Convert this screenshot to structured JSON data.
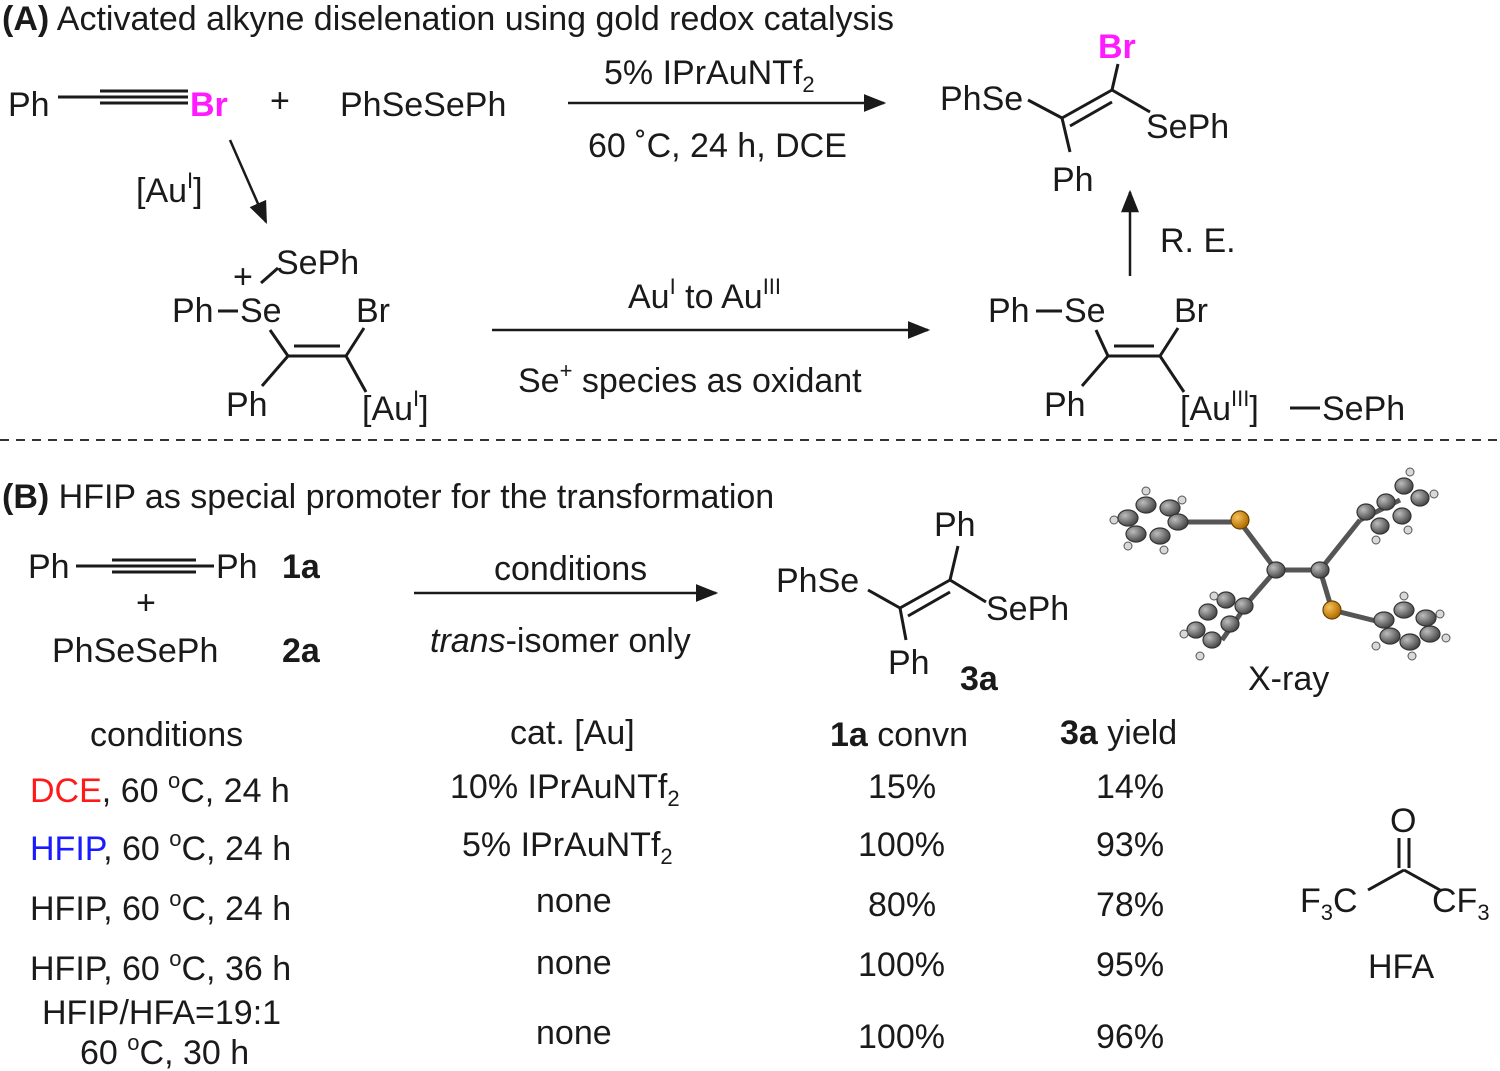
{
  "panelA": {
    "label": "(A)",
    "title": "Activated alkyne diselenation using gold redox catalysis",
    "reactant1_ph": "Ph",
    "reactant1_br": "Br",
    "plus": "+",
    "reactant2": "PhSeSePh",
    "catalyst_pre": "5% IPrAuNTf",
    "catalyst_sub": "2",
    "conditions": "60 ˚C, 24 h, DCE",
    "product_br": "Br",
    "product_phse": "PhSe",
    "product_seph": "SePh",
    "product_ph": "Ph",
    "au_step_pre": "[Au",
    "au_step_sup": "I",
    "au_step_post": "]",
    "int1_seph": "SePh",
    "int1_plus": "+",
    "int1_ph": "Ph",
    "int1_se": "Se",
    "int1_br": "Br",
    "int1_ph2": "Ph",
    "int1_au_pre": "[Au",
    "int1_au_sup": "I",
    "int1_au_post": "]",
    "ox_line1_a": "Au",
    "ox_line1_sup1": "I",
    "ox_line1_b": " to Au",
    "ox_line1_sup2": "III",
    "ox_line2_a": "Se",
    "ox_line2_sup": "+",
    "ox_line2_b": " species as oxidant",
    "int2_ph": "Ph",
    "int2_se": "Se",
    "int2_br": "Br",
    "int2_ph2": "Ph",
    "int2_au_pre": "[Au",
    "int2_au_sup": "III",
    "int2_au_post": "]",
    "int2_seph": "SePh",
    "re_label": "R. E."
  },
  "panelB": {
    "label": "(B)",
    "title": "HFIP as special promoter for the transformation",
    "sm1_ph_left": "Ph",
    "sm1_ph_right": "Ph",
    "sm1_id": "1a",
    "plus": "+",
    "sm2": "PhSeSePh",
    "sm2_id": "2a",
    "arrow_top": "conditions",
    "arrow_bottom_italic": "trans",
    "arrow_bottom_rest": "-isomer only",
    "prod_ph_top": "Ph",
    "prod_phse": "PhSe",
    "prod_seph": "SePh",
    "prod_ph_bottom": "Ph",
    "prod_id": "3a",
    "xray_label": "X-ray",
    "hfa": {
      "o": "O",
      "f3c_left": "F",
      "f3c_sub": "3",
      "f3c_c": "C",
      "cf3_c": "CF",
      "cf3_sub": "3",
      "label": "HFA"
    }
  },
  "table": {
    "headers": {
      "conditions": "conditions",
      "catalyst": "cat. [Au]",
      "conv_bold": "1a",
      "conv_rest": " convn",
      "yield_bold": "3a",
      "yield_rest": " yield"
    },
    "rows": [
      {
        "solvent": "DCE",
        "rest": ", 60 ",
        "sup": "o",
        "tail": "C, 24 h",
        "cat_pre": "10% IPrAuNTf",
        "cat_sub": "2",
        "conv": "15%",
        "yield": "14%",
        "solvent_color": "#ff1a1a",
        "value_color": "#ff1a1a"
      },
      {
        "solvent": "HFIP",
        "rest": ", 60 ",
        "sup": "o",
        "tail": "C, 24 h",
        "cat_pre": "5% IPrAuNTf",
        "cat_sub": "2",
        "conv": "100%",
        "yield": "93%",
        "solvent_color": "#1a1aff",
        "value_color": "#1a1aff"
      },
      {
        "solvent": "HFIP",
        "rest": ", 60 ",
        "sup": "o",
        "tail": "C, 24 h",
        "cat_pre": "none",
        "cat_sub": "",
        "conv": "80%",
        "yield": "78%",
        "solvent_color": "#1a1a1a",
        "value_color": "#1a1a1a"
      },
      {
        "solvent": "HFIP",
        "rest": ", 60 ",
        "sup": "o",
        "tail": "C, 36 h",
        "cat_pre": "none",
        "cat_sub": "",
        "conv": "100%",
        "yield": "95%",
        "solvent_color": "#1a1a1a",
        "value_color": "#1a1aff"
      }
    ],
    "last_row": {
      "line1": "HFIP/HFA=19:1",
      "line2_a": "60 ",
      "line2_sup": "o",
      "line2_b": "C, 30 h",
      "cat": "none",
      "conv": "100%",
      "yield": "96%",
      "value_color": "#1a1aff"
    }
  },
  "colors": {
    "bromine": "#ff1aff",
    "red": "#ff1a1a",
    "blue": "#1a1aff"
  }
}
